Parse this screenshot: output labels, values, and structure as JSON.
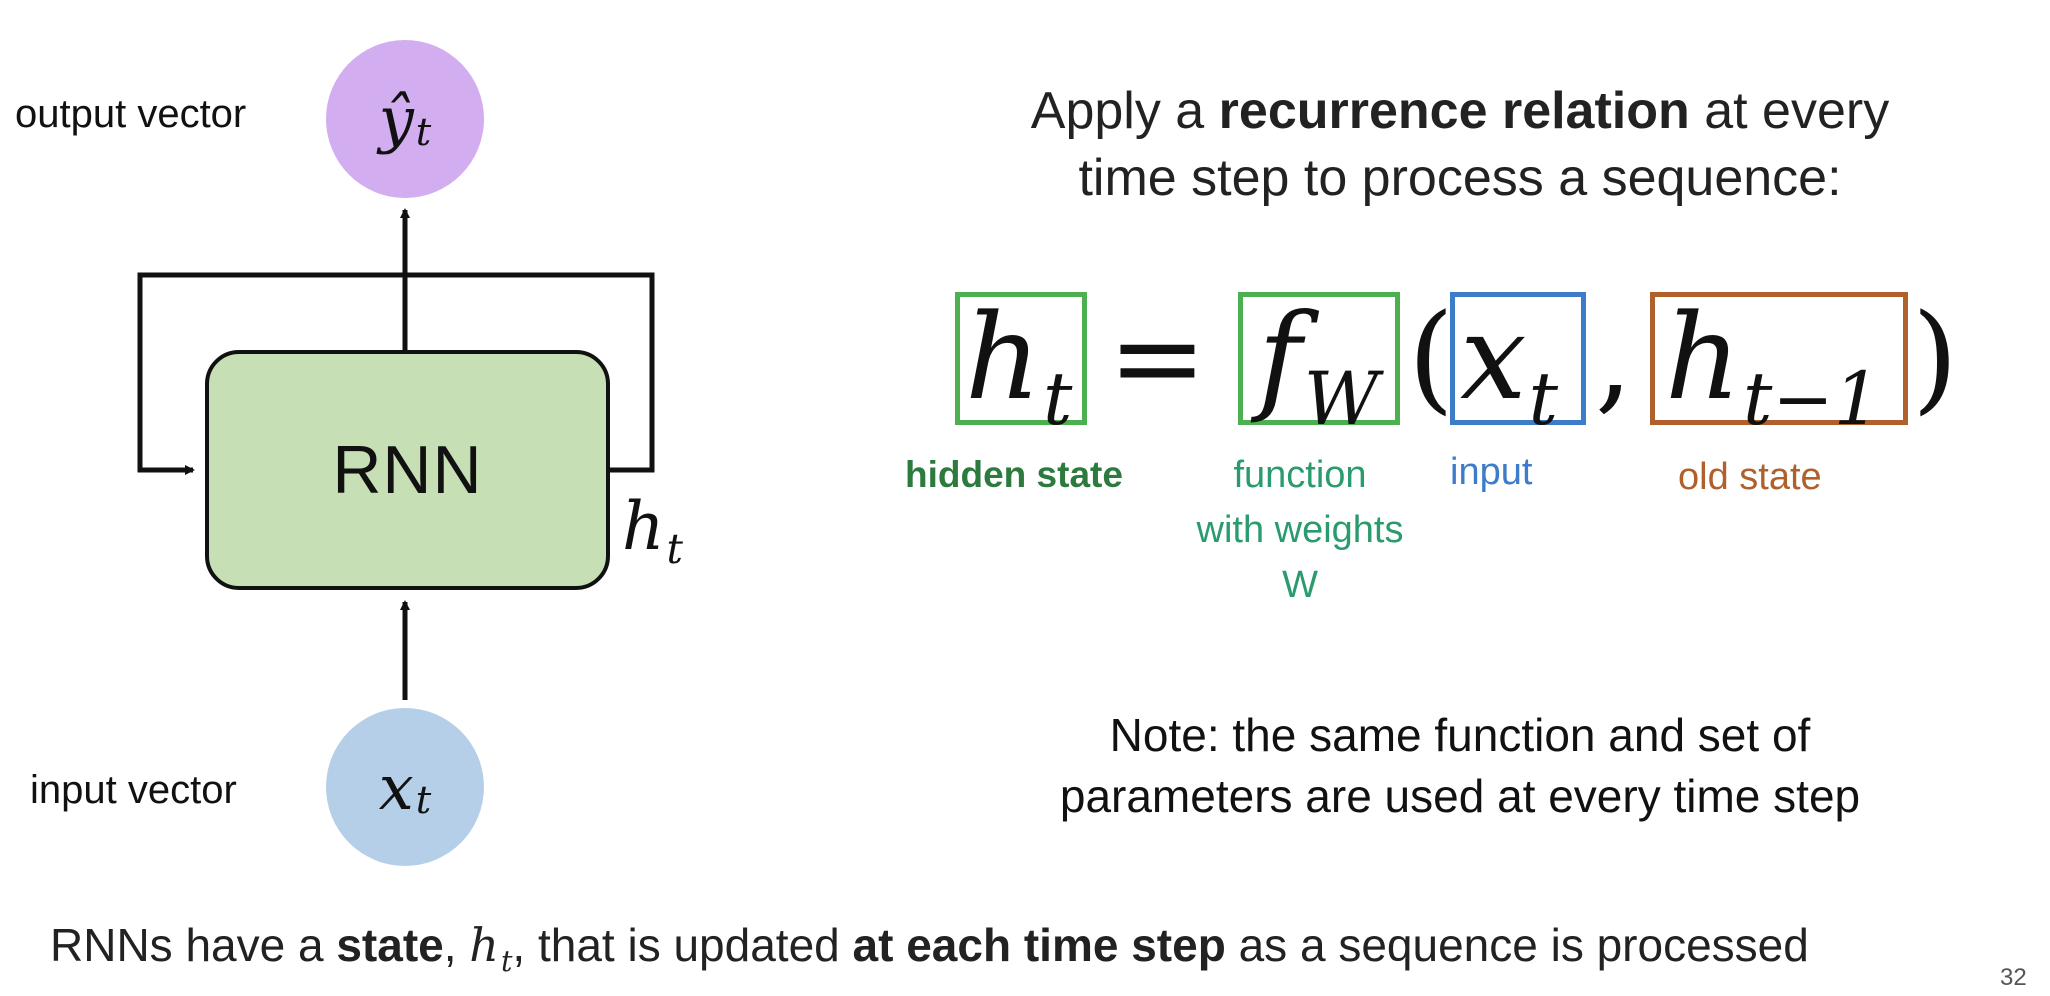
{
  "diagram": {
    "output_label": "output vector",
    "input_label": "input vector",
    "output_symbol": "ŷ",
    "output_subscript": "t",
    "input_symbol": "x",
    "input_subscript": "t",
    "cell_label": "RNN",
    "loop_symbol": "h",
    "loop_subscript": "t",
    "colors": {
      "output_node": "#d2aef1",
      "input_node": "#b6cfe9",
      "cell": "#c6dfb4"
    }
  },
  "headline": {
    "line1_pre": "Apply a ",
    "line1_bold": "recurrence relation",
    "line1_post": " at every",
    "line2": "time step to process a sequence:"
  },
  "equation": {
    "lhs": "h",
    "lhs_sub": "t",
    "equals": "=",
    "func": "f",
    "func_sub": "W",
    "open_paren": "(",
    "arg1": "x",
    "arg1_sub": "t",
    "comma": ",",
    "arg2": "h",
    "arg2_sub": "t−1",
    "close_paren": ")",
    "labels": {
      "hidden_state": "hidden state",
      "function_line1": "function",
      "function_line2": "with weights",
      "function_line3": "W",
      "input": "input",
      "old_state": "old state"
    },
    "colors": {
      "hidden_state": "#2d7a3e",
      "function": "#2a9b6d",
      "input": "#3c7cc9",
      "old_state": "#b0602a",
      "box_green": "#4caf50",
      "box_blue": "#3c7cc9",
      "box_orange": "#b0602a"
    }
  },
  "note": {
    "line1": "Note: the same function and set of",
    "line2": "parameters are used at every time step"
  },
  "footer": {
    "pre": "RNNs have a ",
    "bold1": "state",
    "comma": ", ",
    "state_symbol": "h",
    "state_sub": "t",
    "mid": ", that is updated ",
    "bold2": "at each time step",
    "post": " as a sequence is processed",
    "page_number": "32"
  }
}
